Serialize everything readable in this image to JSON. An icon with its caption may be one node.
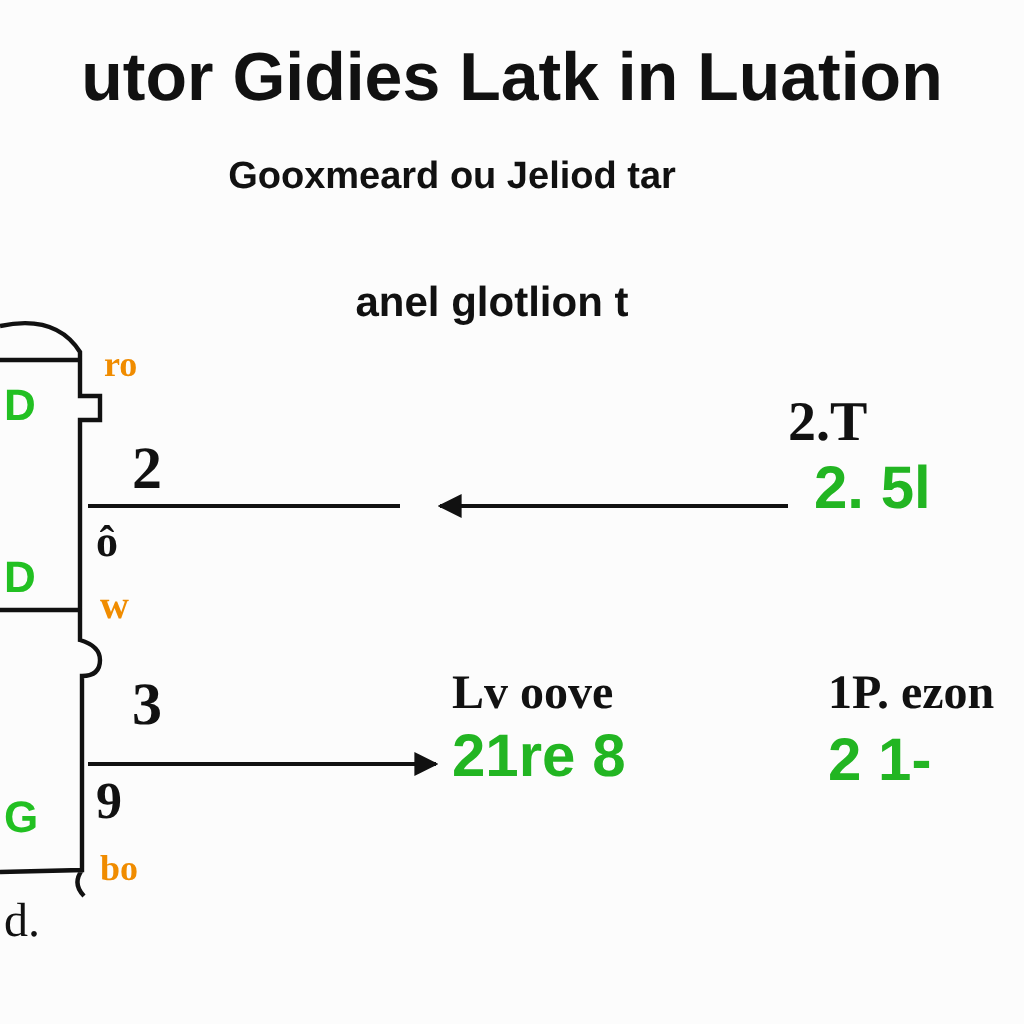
{
  "diagram": {
    "title": "utor Gidies Latk in Luation",
    "nodes": [
      {
        "text": [],
        "shape": "cylinder"
      },
      {
        "text": [
          "2.T",
          "2. 5l"
        ]
      },
      {
        "text": [
          "Lv oove",
          "21re 8"
        ]
      }
    ],
    "edges": [
      {
        "from": 1,
        "to": null,
        "arrow": "to"
      },
      {
        "from": 0,
        "to": null,
        "arrow": "none"
      },
      {
        "from": 0,
        "to": 2,
        "arrow": "to"
      }
    ],
    "labels": [
      "Gooxmeard ou Jeliod tar",
      "anel glotlion t",
      "ro",
      "D",
      "2",
      "ô",
      "D",
      "w",
      "3",
      "9",
      "G",
      "bo",
      "d.",
      "1P. ezon",
      "2 1-"
    ]
  }
}
